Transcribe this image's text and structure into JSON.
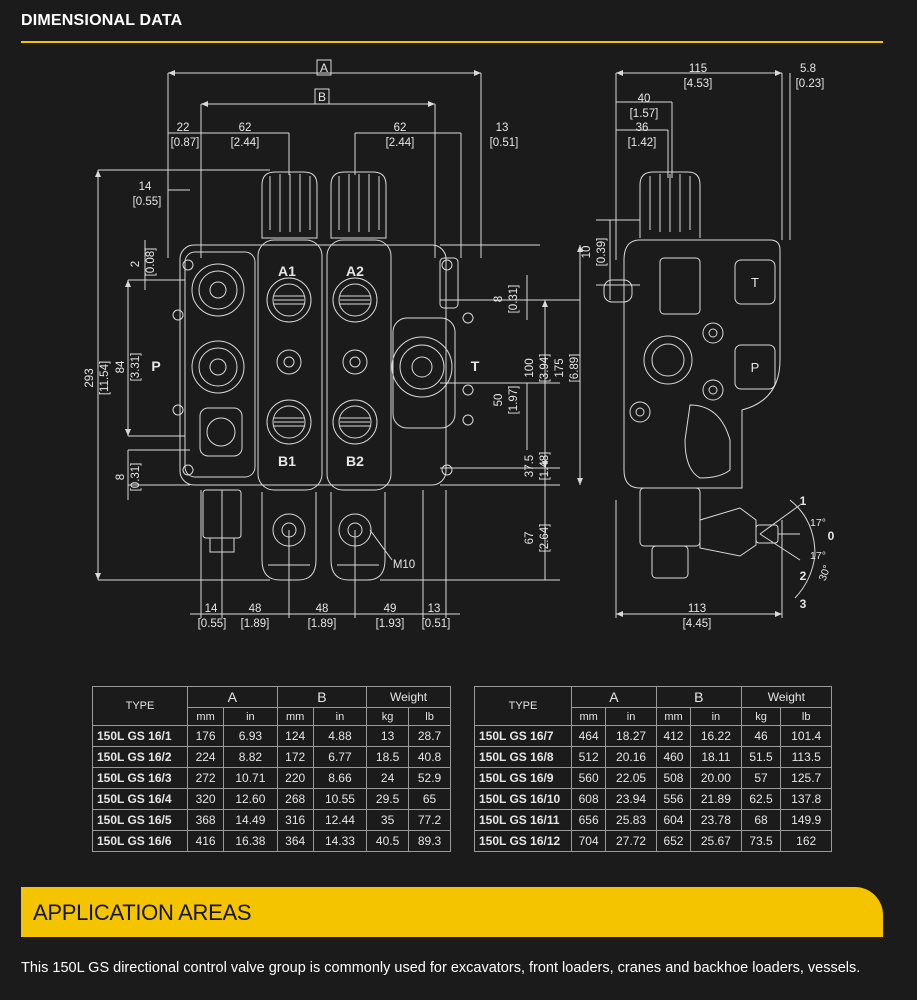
{
  "section_title": "DIMENSIONAL DATA",
  "drawing": {
    "front_view": {
      "dim_A": "A",
      "dim_B": "B",
      "dim_22": "22",
      "dim_22_in": "[0.87]",
      "dim_62_left": "62",
      "dim_62_left_in": "[2.44]",
      "dim_62_right": "62",
      "dim_62_right_in": "[2.44]",
      "dim_13_top": "13",
      "dim_13_top_in": "[0.51]",
      "dim_14_top": "14",
      "dim_14_top_in": "[0.55]",
      "dim_2": "2",
      "dim_2_in": "[0.08]",
      "dim_293": "293",
      "dim_293_in": "[11.54]",
      "dim_84": "84",
      "dim_84_in": "[3.31]",
      "dim_8_left": "8",
      "dim_8_left_in": "[0.31]",
      "dim_8_right": "8",
      "dim_8_right_in": "[0.31]",
      "dim_100": "100",
      "dim_100_in": "[3.94]",
      "dim_175": "175",
      "dim_175_in": "[6.89]",
      "dim_50": "50",
      "dim_50_in": "[1.97]",
      "dim_37_5": "37.5",
      "dim_37_5_in": "[1.48]",
      "dim_67": "67",
      "dim_67_in": "[2.64]",
      "dim_14_bottom": "14",
      "dim_14_bottom_in": "[0.55]",
      "dim_48_a": "48",
      "dim_48_a_in": "[1.89]",
      "dim_48_b": "48",
      "dim_48_b_in": "[1.89]",
      "dim_49": "49",
      "dim_49_in": "[1.93]",
      "dim_13_bottom": "13",
      "dim_13_bottom_in": "[0.51]",
      "port_A1": "A1",
      "port_A2": "A2",
      "port_B1": "B1",
      "port_B2": "B2",
      "port_P": "P",
      "port_T": "T",
      "thread_M10": "M10"
    },
    "side_view": {
      "dim_115": "115",
      "dim_115_in": "[4.53]",
      "dim_5_8": "5.8",
      "dim_5_8_in": "[0.23]",
      "dim_40": "40",
      "dim_40_in": "[1.57]",
      "dim_36": "36",
      "dim_36_in": "[1.42]",
      "dim_10": "10",
      "dim_10_in": "[0.39]",
      "dim_113": "113",
      "dim_113_in": "[4.45]",
      "lever_pos_1": "1",
      "lever_pos_0": "0",
      "lever_pos_2": "2",
      "lever_pos_3": "3",
      "angle_17_top": "17°",
      "angle_17_bottom": "17°",
      "angle_30": "30°",
      "label_T": "T",
      "label_P": "P"
    }
  },
  "tables": {
    "headers": {
      "type": "TYPE",
      "A": "A",
      "B": "B",
      "weight": "Weight",
      "mm": "mm",
      "in": "in",
      "kg": "kg",
      "lb": "lb"
    },
    "left": [
      {
        "type": "150L GS 16/1",
        "a_mm": "176",
        "a_in": "6.93",
        "b_mm": "124",
        "b_in": "4.88",
        "kg": "13",
        "lb": "28.7"
      },
      {
        "type": "150L GS 16/2",
        "a_mm": "224",
        "a_in": "8.82",
        "b_mm": "172",
        "b_in": "6.77",
        "kg": "18.5",
        "lb": "40.8"
      },
      {
        "type": "150L GS 16/3",
        "a_mm": "272",
        "a_in": "10.71",
        "b_mm": "220",
        "b_in": "8.66",
        "kg": "24",
        "lb": "52.9"
      },
      {
        "type": "150L GS 16/4",
        "a_mm": "320",
        "a_in": "12.60",
        "b_mm": "268",
        "b_in": "10.55",
        "kg": "29.5",
        "lb": "65"
      },
      {
        "type": "150L GS 16/5",
        "a_mm": "368",
        "a_in": "14.49",
        "b_mm": "316",
        "b_in": "12.44",
        "kg": "35",
        "lb": "77.2"
      },
      {
        "type": "150L GS 16/6",
        "a_mm": "416",
        "a_in": "16.38",
        "b_mm": "364",
        "b_in": "14.33",
        "kg": "40.5",
        "lb": "89.3"
      }
    ],
    "right": [
      {
        "type": "150L GS 16/7",
        "a_mm": "464",
        "a_in": "18.27",
        "b_mm": "412",
        "b_in": "16.22",
        "kg": "46",
        "lb": "101.4"
      },
      {
        "type": "150L GS 16/8",
        "a_mm": "512",
        "a_in": "20.16",
        "b_mm": "460",
        "b_in": "18.11",
        "kg": "51.5",
        "lb": "113.5"
      },
      {
        "type": "150L GS 16/9",
        "a_mm": "560",
        "a_in": "22.05",
        "b_mm": "508",
        "b_in": "20.00",
        "kg": "57",
        "lb": "125.7"
      },
      {
        "type": "150L GS 16/10",
        "a_mm": "608",
        "a_in": "23.94",
        "b_mm": "556",
        "b_in": "21.89",
        "kg": "62.5",
        "lb": "137.8"
      },
      {
        "type": "150L GS 16/11",
        "a_mm": "656",
        "a_in": "25.83",
        "b_mm": "604",
        "b_in": "23.78",
        "kg": "68",
        "lb": "149.9"
      },
      {
        "type": "150L GS 16/12",
        "a_mm": "704",
        "a_in": "27.72",
        "b_mm": "652",
        "b_in": "25.67",
        "kg": "73.5",
        "lb": "162"
      }
    ]
  },
  "application": {
    "title": "APPLICATION AREAS",
    "text": "This 150L GS directional control valve group is commonly used for excavators, front loaders, cranes and backhoe loaders, vessels."
  },
  "colors": {
    "accent": "#f5c400",
    "background": "#1b1b1b",
    "line": "#d9d9d9"
  }
}
